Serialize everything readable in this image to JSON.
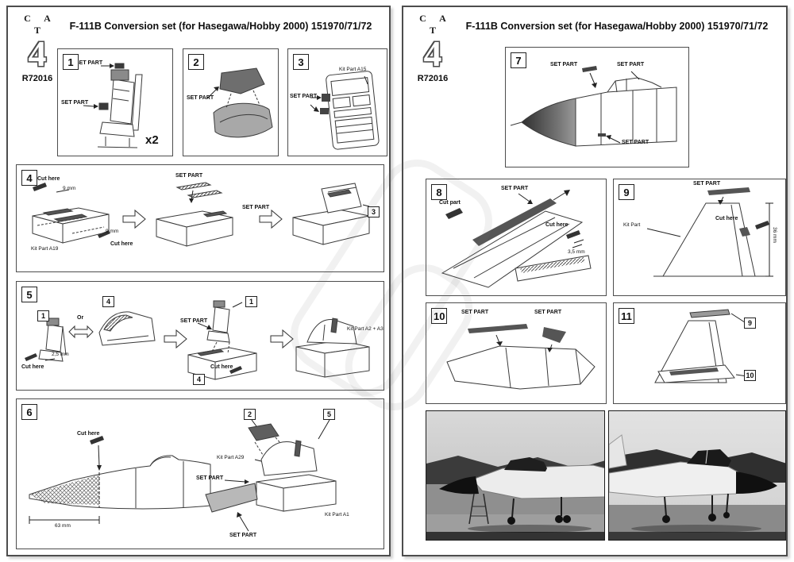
{
  "page": {
    "title": "F-111B Conversion set (for Hasegawa/Hobby 2000) 151970/71/72",
    "brand": {
      "name": "C A T",
      "numeral": "4",
      "code": "R72016"
    }
  },
  "labels": {
    "set_part": "SET PART",
    "cut_here": "Cut here",
    "cut_part": "Cut part",
    "or_label": "Or",
    "times_two": "x2",
    "dim_9mm": "9 mm",
    "dim_25mm": "2,5 mm",
    "dim_35mm": "3,5 mm",
    "dim_63mm": "63 mm",
    "dim_36mm": "36 mm",
    "kit_part_a15": "Kit Part  A15",
    "kit_part_a19": "Kit Part  A19",
    "kit_part_a2a3": "Kit Part A2 + A3",
    "kit_part_a29": "Kit Part A29",
    "kit_part_a1": "Kit Part A1",
    "kit_part": "Kit Part"
  },
  "steps": {
    "s1": "1",
    "s2": "2",
    "s3": "3",
    "s4": "4",
    "s5": "5",
    "s6": "6",
    "s7": "7",
    "s8": "8",
    "s9": "9",
    "s10": "10",
    "s11": "11"
  },
  "refs": {
    "r1": "1",
    "r2": "2",
    "r3": "3",
    "r4": "4",
    "r5": "5",
    "r9": "9",
    "r10": "10"
  }
}
